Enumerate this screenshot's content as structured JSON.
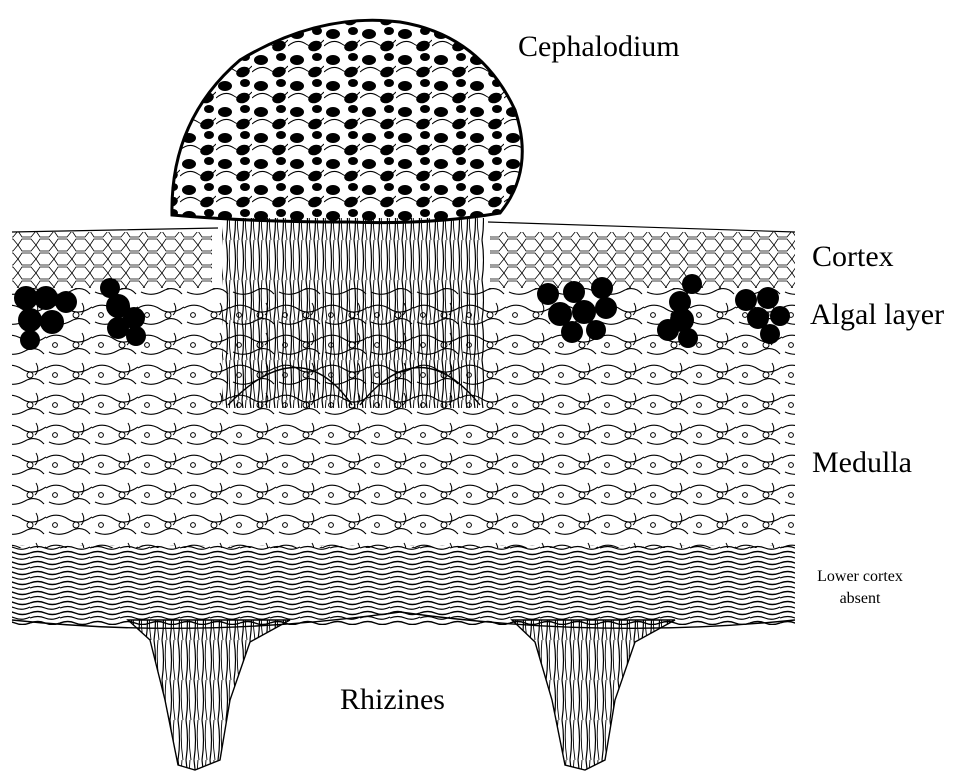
{
  "labels": {
    "cephalodium": "Cephalodium",
    "cortex": "Cortex",
    "algal_layer": "Algal layer",
    "medulla": "Medulla",
    "lower_cortex_line1": "Lower cortex",
    "lower_cortex_line2": "absent",
    "rhizines": "Rhizines"
  },
  "colors": {
    "ink": "#000000",
    "background": "#ffffff"
  }
}
